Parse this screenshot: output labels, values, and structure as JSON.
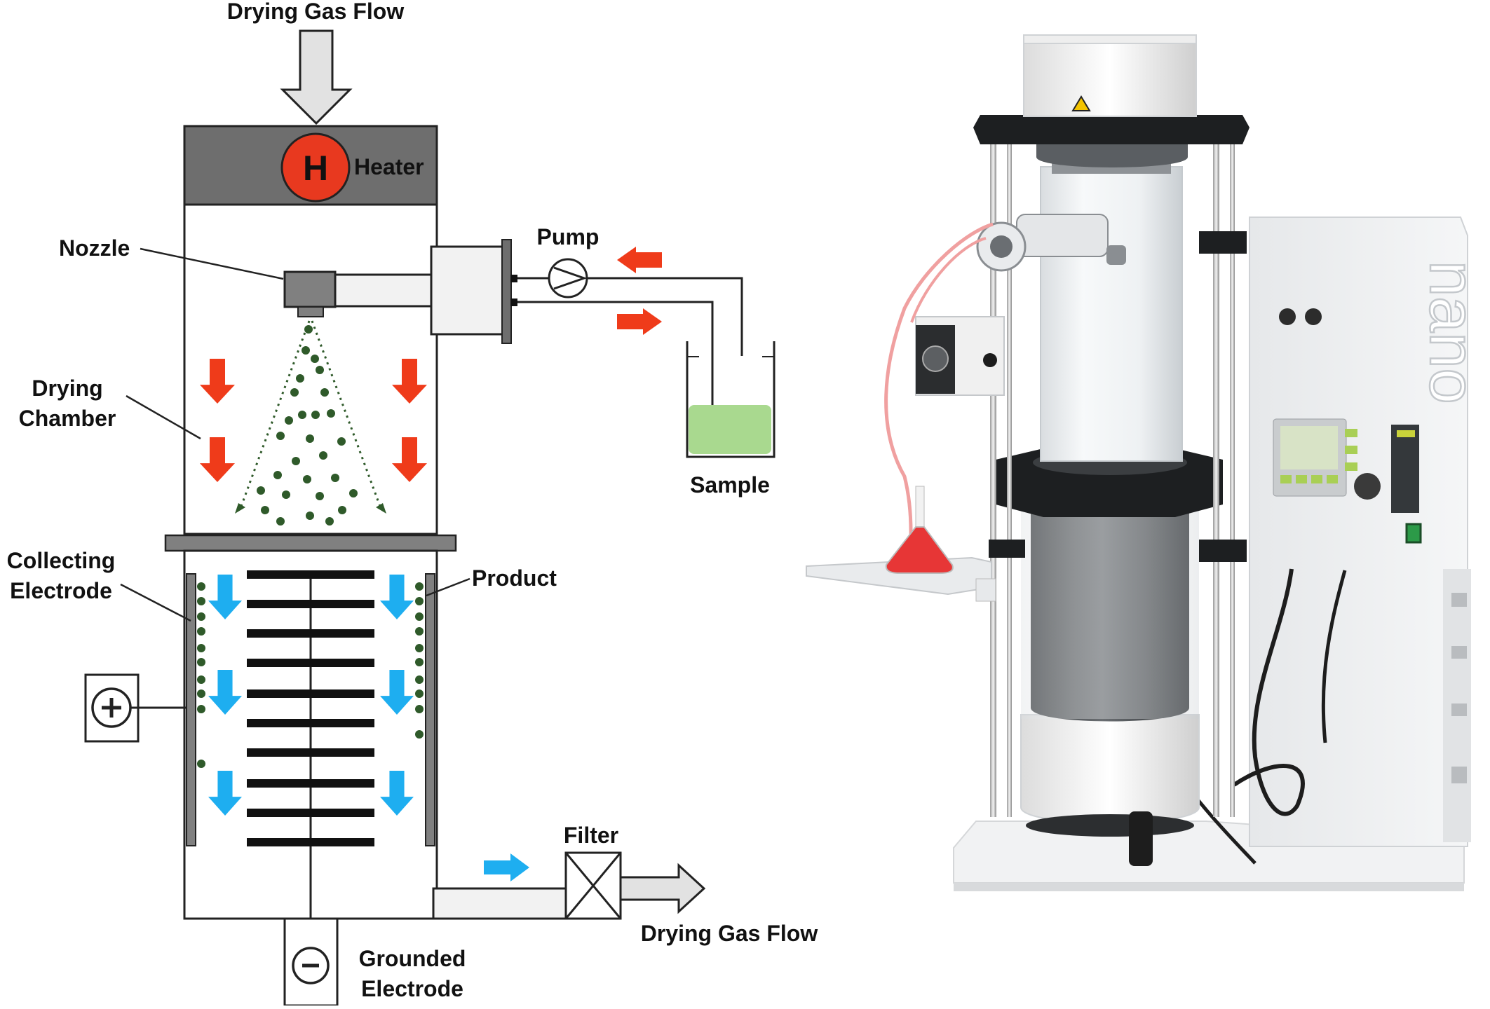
{
  "diagram": {
    "labels": {
      "drying_gas_in": "Drying Gas Flow",
      "heater_symbol": "H",
      "heater": "Heater",
      "nozzle": "Nozzle",
      "pump": "Pump",
      "drying_chamber_line1": "Drying",
      "drying_chamber_line2": "Chamber",
      "sample": "Sample",
      "collecting_electrode_line1": "Collecting",
      "collecting_electrode_line2": "Electrode",
      "product": "Product",
      "positive_terminal": "+",
      "filter": "Filter",
      "drying_gas_out": "Drying Gas Flow",
      "negative_terminal": "-",
      "grounded_electrode_line1": "Grounded",
      "grounded_electrode_line2": "Electrode"
    },
    "colors": {
      "heater_band": "#6e6e6e",
      "heater_disc": "#e8391f",
      "red_arrow": "#ef3b1a",
      "blue_arrow": "#1eaef0",
      "particle": "#2f5a2a",
      "sample_liquid": "#a9d98f",
      "gas_arrow": "#e2e2e2",
      "electrode": "#808080"
    }
  },
  "photo": {
    "brand_text": "nano",
    "icons": [
      "spray-dryer-photo",
      "flask-icon",
      "control-panel-icon"
    ]
  }
}
